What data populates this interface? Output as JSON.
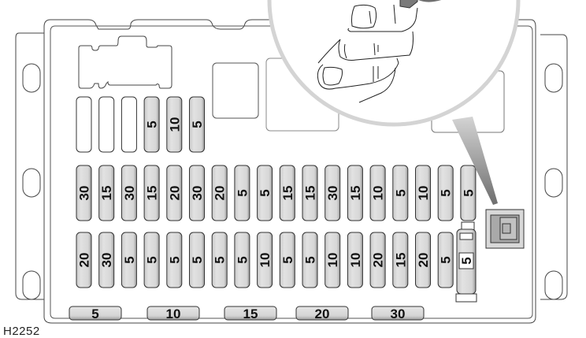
{
  "figure": {
    "reference_code": "H2252",
    "colors": {
      "fuse_fill": "#dcdcdc",
      "fuse_stroke": "#333333",
      "outline": "#444444",
      "magnifier_ring": "#d4d4d4",
      "pointer_dark": "#8a8a8a",
      "pointer_light": "#cfcfcf",
      "relay_fill": "#c8c8c8"
    }
  },
  "fuse_box": {
    "top_row": {
      "empty_slots": 3,
      "fuses": [
        "5",
        "10",
        "5"
      ]
    },
    "middle_row": {
      "fuses": [
        "30",
        "15",
        "30",
        "15",
        "20",
        "30",
        "20",
        "5",
        "5",
        "15",
        "15",
        "30",
        "15",
        "10",
        "5",
        "10",
        "5",
        "5"
      ]
    },
    "bottom_row": {
      "fuses": [
        "20",
        "30",
        "5",
        "5",
        "5",
        "5",
        "5",
        "5",
        "10",
        "5",
        "5",
        "10",
        "10",
        "20",
        "15",
        "20",
        "5"
      ],
      "cartridge_fuse": "5"
    },
    "spare_fuses": [
      "5",
      "10",
      "15",
      "20",
      "30"
    ]
  }
}
